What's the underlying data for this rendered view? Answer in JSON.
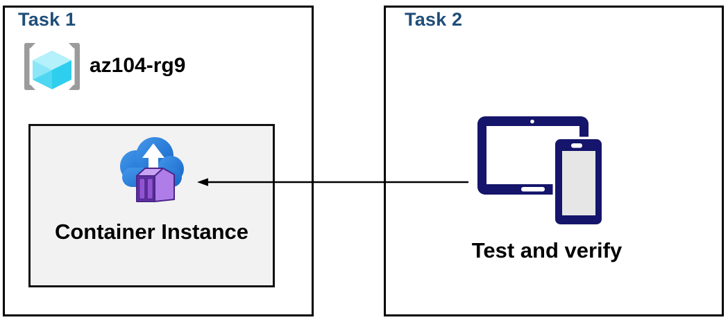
{
  "diagram": {
    "task1": {
      "title": "Task 1",
      "resource_group_name": "az104-rg9",
      "container_box_label": "Container Instance"
    },
    "task2": {
      "title": "Task 2",
      "caption": "Test and verify"
    },
    "arrow": {
      "direction": "right-to-left",
      "from": "devices",
      "to": "container-instance"
    }
  },
  "icons": {
    "resource_group": "resource-group-icon",
    "container_instance": "container-instance-icon",
    "devices": "tablet-phone-icon",
    "arrow": "left-arrow-icon"
  },
  "colors": {
    "title_blue": "#1F4E79",
    "device_navy": "#15156B",
    "cloud_blue_start": "#4498EA",
    "cloud_blue_end": "#1565C8",
    "container_purple_front": "#9154D1",
    "container_purple_side": "#AE7DE8",
    "container_purple_top": "#C9A3F3",
    "container_outline": "#4B2589",
    "cube_cyan_top": "#B5F1FA",
    "cube_cyan_left": "#8BE7F7",
    "cube_cyan_lower": "#4FD7F2",
    "cube_cyan_right": "#2ECEEF",
    "bracket_gray": "#9B9B9B",
    "inner_box_fill": "#F2F2F2",
    "border_black": "#000000",
    "phone_screen_gray": "#E6E6E6"
  }
}
